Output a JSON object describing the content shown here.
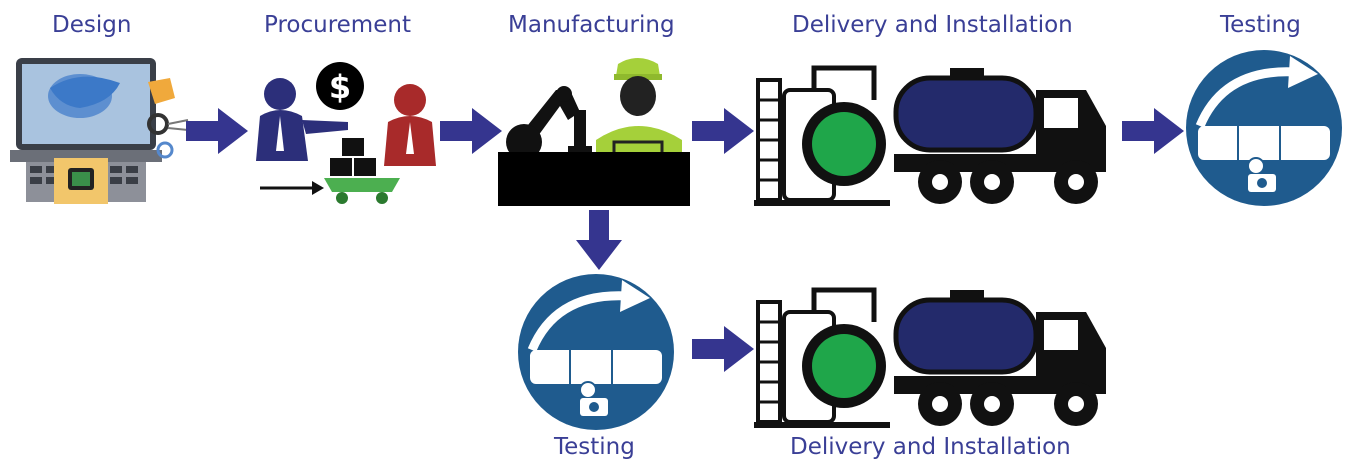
{
  "stages": {
    "design": "Design",
    "procurement": "Procurement",
    "manufacturing": "Manufacturing",
    "delivery_top": "Delivery and Installation",
    "testing_top": "Testing",
    "testing_bottom": "Testing",
    "delivery_bottom": "Delivery and Installation"
  },
  "icons": {
    "design": "laptop-with-3d-model-icon",
    "procurement": "buyer-seller-cart-icon",
    "manufacturing": "robot-arm-worker-icon",
    "delivery": "tanker-truck-plant-icon",
    "testing": "pressure-test-circle-icon",
    "arrow": "right-arrow-icon"
  },
  "colors": {
    "label": "#3a3f96",
    "arrow": "#35358f",
    "circle": "#1f5b8e",
    "tank": "#232a6b",
    "green": "#20a84a"
  }
}
